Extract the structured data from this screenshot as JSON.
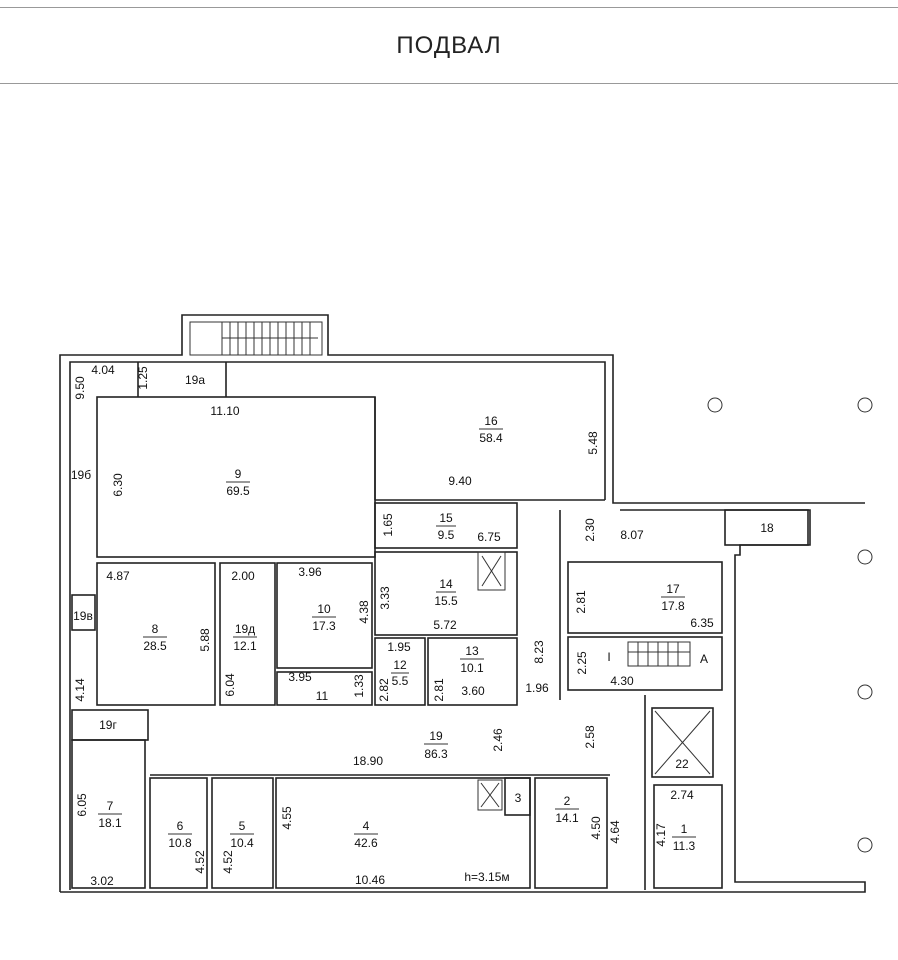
{
  "header": {
    "title": "ПОДВАЛ"
  },
  "rooms": {
    "r1": {
      "number": "1",
      "area": "11.3"
    },
    "r2": {
      "number": "2",
      "area": "14.1"
    },
    "r4": {
      "number": "4",
      "area": "42.6"
    },
    "r5": {
      "number": "5",
      "area": "10.4"
    },
    "r6": {
      "number": "6",
      "area": "10.8"
    },
    "r7": {
      "number": "7",
      "area": "18.1"
    },
    "r8": {
      "number": "8",
      "area": "28.5"
    },
    "r9": {
      "number": "9",
      "area": "69.5"
    },
    "r10": {
      "number": "10",
      "area": "17.3"
    },
    "r12": {
      "number": "12",
      "area": "5.5"
    },
    "r13": {
      "number": "13",
      "area": "10.1"
    },
    "r14": {
      "number": "14",
      "area": "15.5"
    },
    "r15": {
      "number": "15",
      "area": "9.5"
    },
    "r16": {
      "number": "16",
      "area": "58.4"
    },
    "r17": {
      "number": "17",
      "area": "17.8"
    },
    "r19": {
      "number": "19",
      "area": "86.3"
    },
    "r19d": {
      "number": "19д",
      "area": "12.1"
    }
  },
  "labels": {
    "r19a": "19а",
    "r19b": "19б",
    "r19v": "19в",
    "r19g": "19г",
    "r11": "11",
    "r3": "3",
    "r18": "18",
    "r22": "22",
    "stairI": "I",
    "stairA": "A",
    "height": "h=3.15м"
  },
  "dims": {
    "d1": "4.04",
    "d2": "1.25",
    "d3": "9.50",
    "d4": "11.10",
    "d5": "6.30",
    "d6": "9.40",
    "d7": "5.48",
    "d8": "1.65",
    "d9": "6.75",
    "d10": "2.30",
    "d11": "8.07",
    "d12": "4.87",
    "d13": "2.00",
    "d14": "3.96",
    "d15": "4.38",
    "d16": "3.33",
    "d17": "5.72",
    "d18": "2.81",
    "d19": "6.35",
    "d20": "1.95",
    "d21": "2.82",
    "d22": "2.81",
    "d23": "3.60",
    "d24": "8.23",
    "d25": "1.96",
    "d26": "2.25",
    "d27": "4.30",
    "d28": "5.88",
    "d29": "6.04",
    "d30": "4.14",
    "d31": "3.95",
    "d32": "1.33",
    "d33": "18.90",
    "d34": "2.46",
    "d35": "2.58",
    "d36": "6.05",
    "d37": "3.02",
    "d38": "4.52",
    "d39": "4.52",
    "d40": "4.55",
    "d41": "10.46",
    "d42": "4.50",
    "d43": "4.64",
    "d44": "2.74",
    "d45": "4.17"
  }
}
